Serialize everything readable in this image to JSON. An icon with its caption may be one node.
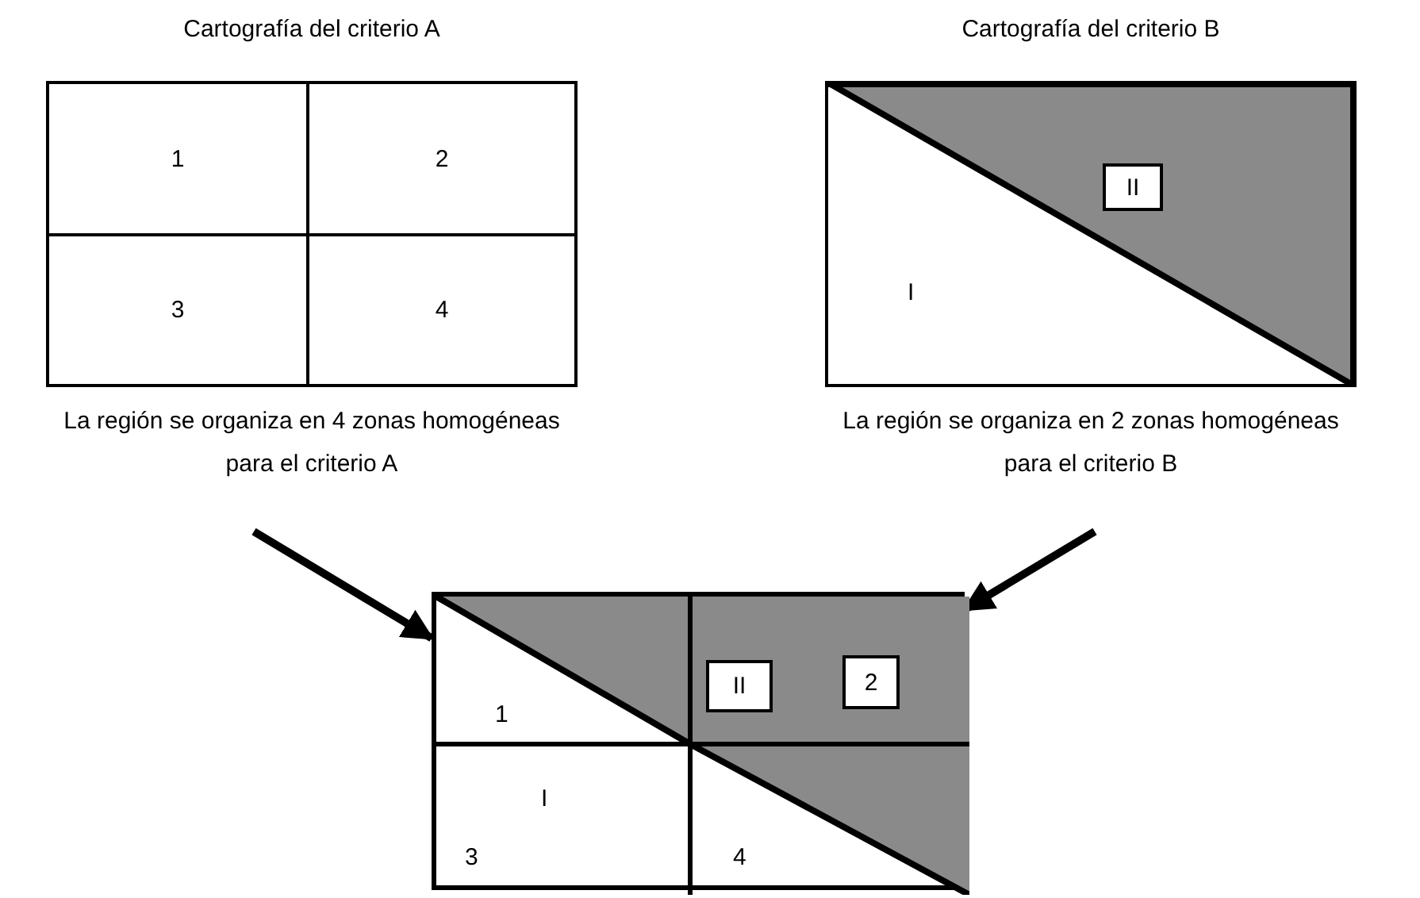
{
  "diagram": {
    "nodes": [
      {
        "text": [
          "Cartografía del criterio A"
        ],
        "beside": [
          "La región se organiza en 4 zonas homogéneas para el criterio A"
        ]
      },
      {
        "text": [
          "1"
        ],
        "in": 0
      },
      {
        "text": [
          "2"
        ],
        "in": 0
      },
      {
        "text": [
          "3"
        ],
        "in": 0
      },
      {
        "text": [
          "4"
        ],
        "in": 0
      },
      {
        "text": [
          "Cartografía del criterio B"
        ],
        "beside": [
          "La región se organiza en 2 zonas homogéneas para el criterio B"
        ]
      },
      {
        "text": [
          "II"
        ],
        "in": 5
      },
      {
        "text": [
          "I"
        ],
        "in": 5
      },
      {
        "text": [],
        "shape": "box"
      },
      {
        "text": [
          "1"
        ],
        "in": 8
      },
      {
        "text": [
          "II"
        ],
        "in": 8
      },
      {
        "text": [
          "2"
        ],
        "in": 8
      },
      {
        "text": [
          "I"
        ],
        "in": 8
      },
      {
        "text": [
          "3"
        ],
        "in": 8
      },
      {
        "text": [
          "4"
        ],
        "in": 8
      }
    ],
    "edges": [
      {
        "from": null,
        "to": 8,
        "arrow": "to"
      },
      {
        "from": null,
        "to": 8,
        "arrow": "to"
      }
    ]
  }
}
